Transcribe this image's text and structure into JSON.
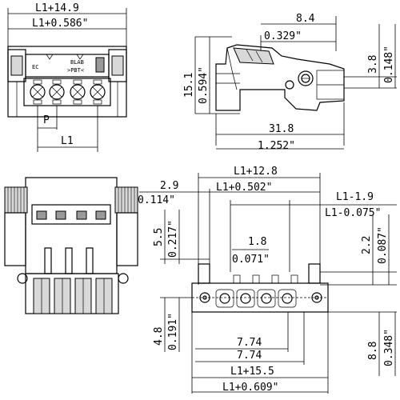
{
  "dims": {
    "front_top_mm": "L1+14.9",
    "front_top_in": "L1+0.586\"",
    "pitch": "P",
    "front_bottom": "L1",
    "side_right_mm": "8.4",
    "side_right_in": "0.329\"",
    "side_height_mm": "15.1",
    "side_height_in": "0.594\"",
    "side_small_mm": "3.8",
    "side_small_in": "0.148\"",
    "side_width_mm": "31.8",
    "side_width_in": "1.252\"",
    "bot_span_mm": "L1+12.8",
    "bot_span_in": "L1+0.502\"",
    "bot_left_mm": "2.9",
    "bot_left_in": "0.114\"",
    "bot_right_mm": "L1-1.9",
    "bot_right_in": "L1-0.075\"",
    "bot_h_mm": "5.5",
    "bot_h_in": "0.217\"",
    "bot_pin_mm": "1.8",
    "bot_pin_in": "0.071\"",
    "bot_r_mm": "2.2",
    "bot_r_in": "0.087\"",
    "bot_lower_mm": "4.8",
    "bot_lower_in": "0.191\"",
    "bot_pitch_a": "7.74",
    "bot_pitch_b": "7.74",
    "bot_rr_mm": "8.8",
    "bot_rr_in": "0.348\"",
    "bot_total_mm": "L1+15.5",
    "bot_total_in": "L1+0.609\""
  },
  "labels": {
    "marking_top": "BLAB",
    "marking_bottom": ">PBT<",
    "marking_left": "EC"
  }
}
